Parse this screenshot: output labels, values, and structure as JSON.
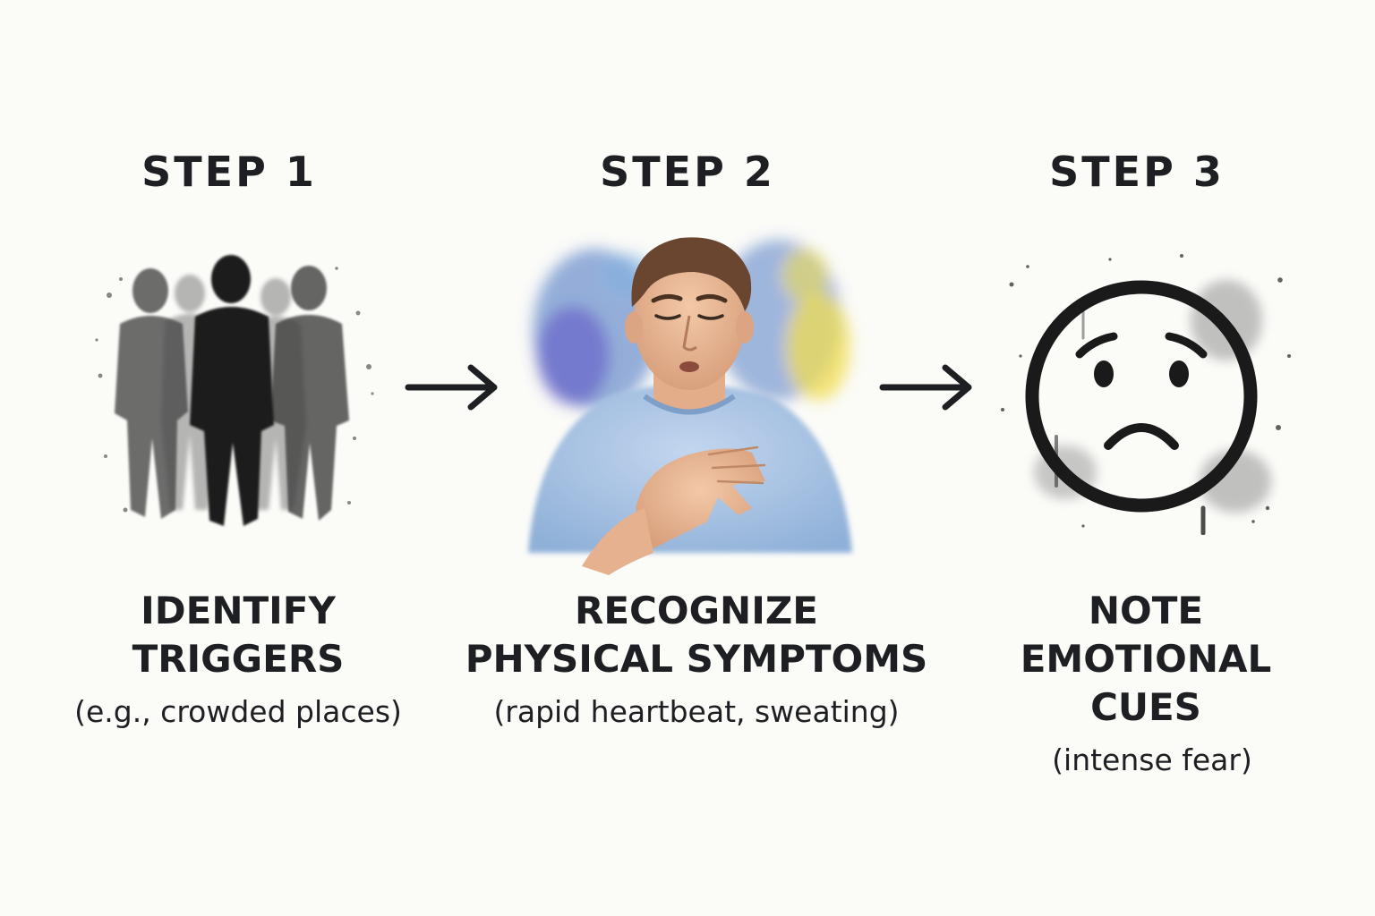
{
  "steps": [
    {
      "label": "STEP 1",
      "heading_lines": [
        "IDENTIFY",
        "TRIGGERS"
      ],
      "detail": "(e.g., crowded places)",
      "illustration_icon": "crowd-silhouette-icon"
    },
    {
      "label": "STEP 2",
      "heading_lines": [
        "RECOGNIZE",
        "PHYSICAL SYMPTOMS"
      ],
      "detail": "(rapid heartbeat, sweating)",
      "illustration_icon": "man-hand-on-chest-icon"
    },
    {
      "label": "STEP 3",
      "heading_lines": [
        "NOTE",
        "EMOTIONAL",
        "CUES"
      ],
      "detail": "(intense fear)",
      "illustration_icon": "sad-face-icon"
    }
  ],
  "connectors": [
    "arrow-right-icon",
    "arrow-right-icon"
  ],
  "colors": {
    "background": "#fbfbf8",
    "text": "#1d1f22",
    "watercolor_blue": "#3f6fc0",
    "watercolor_yellow": "#f2de52",
    "watercolor_purple": "#5b4fc4",
    "shirt": "#a8c4e4"
  }
}
